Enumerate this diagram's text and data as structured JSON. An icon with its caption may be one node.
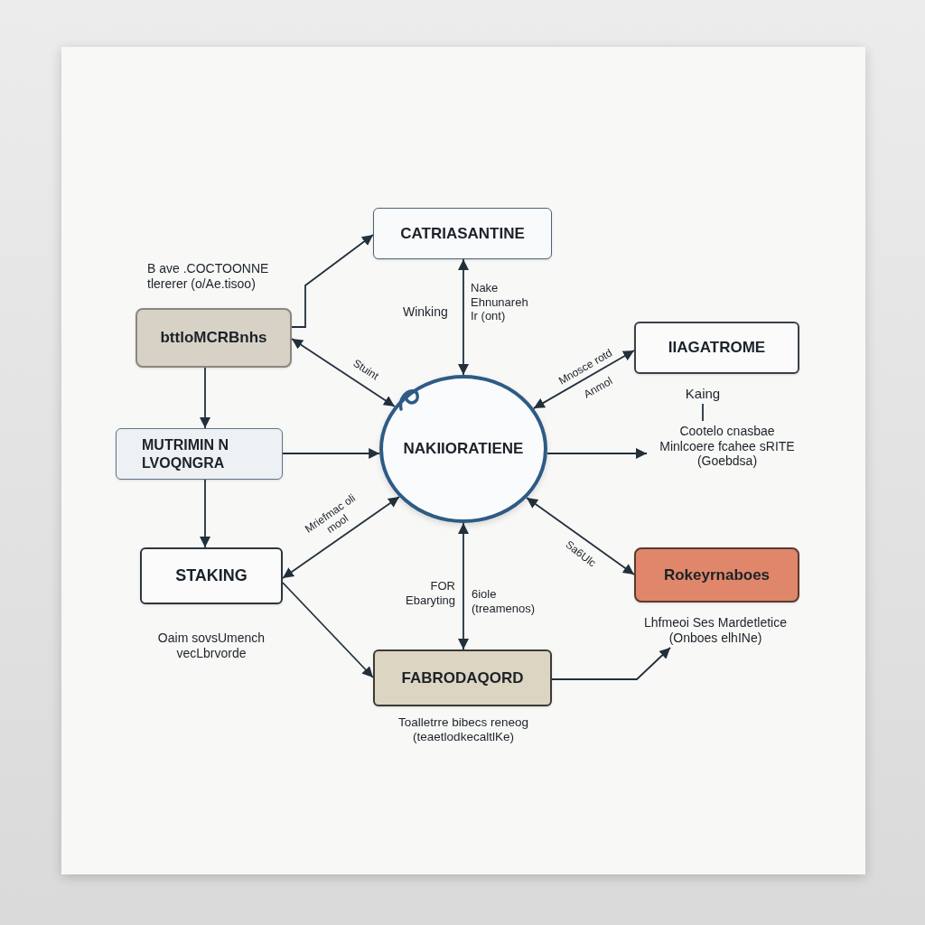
{
  "diagram": {
    "nodes": [
      {
        "text": [
          "CATRIASANTINE"
        ]
      },
      {
        "text": [
          "bttloMCRBnhs"
        ],
        "beside": [
          "B ave .COCTOONNE tlererer (o/Ae.tisoo)"
        ]
      },
      {
        "text": [
          "MUTRIMIN N LVOQNGRA"
        ]
      },
      {
        "text": [
          "STAKING"
        ],
        "beside": [
          "Oaim sovsUmench vecLbrvorde"
        ]
      },
      {
        "text": [
          "NAKIIORATIENE"
        ]
      },
      {
        "text": [
          "IIAGATROME"
        ]
      },
      {
        "text": [
          "Kaing"
        ]
      },
      {
        "text": [
          "Cootelo cnasbae Minlcoere fcahee sRITE (Goebdsa)"
        ]
      },
      {
        "text": [
          "Rokeyrnaboes"
        ]
      },
      {
        "text": [
          "Lhfmeoi Ses Mardetletice (Onboes elhINe)"
        ]
      },
      {
        "text": [
          "FABRODAQORD"
        ],
        "beside": [
          "Toalletrre bibecs reneog (teaetlodkecaltlKe)"
        ]
      }
    ],
    "edges": [
      {
        "from": 1,
        "to": 0,
        "arrow": "to"
      },
      {
        "from": 4,
        "to": 0,
        "arrow": "both",
        "label": "Winking"
      },
      {
        "from": 4,
        "to": 1,
        "arrow": "both",
        "label": "Stuint"
      },
      {
        "from": 1,
        "to": 2,
        "arrow": "to"
      },
      {
        "from": 2,
        "to": 4,
        "arrow": "to"
      },
      {
        "from": 2,
        "to": 3,
        "arrow": "to"
      },
      {
        "from": 4,
        "to": 3,
        "arrow": "both",
        "label": "Mriefmac oli mool"
      },
      {
        "from": 4,
        "to": 5,
        "arrow": "both",
        "label": "Mnosce rotd"
      },
      {
        "from": 6,
        "to": 7,
        "arrow": "none"
      },
      {
        "from": 4,
        "to": 7,
        "arrow": "to"
      },
      {
        "from": 4,
        "to": 8,
        "arrow": "both",
        "label": "Sa6Ulc"
      },
      {
        "from": 3,
        "to": 10,
        "arrow": "to"
      },
      {
        "from": 4,
        "to": 10,
        "arrow": "both",
        "label": "6iole (treamenos)"
      },
      {
        "from": 10,
        "to": 9,
        "arrow": "to"
      }
    ],
    "labels": [
      "Nake Ehnunareh Ir (ont)",
      "Anmol",
      "FOR Ebaryting"
    ]
  }
}
